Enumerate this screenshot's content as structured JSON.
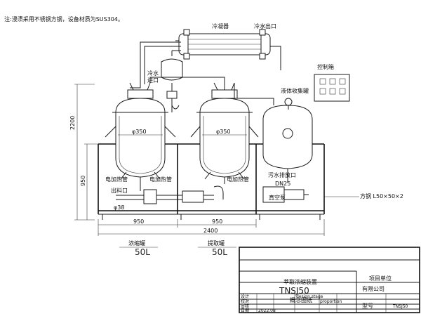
{
  "note": "注:浸渍采用不锈钢方钢，设备材质为SUS304。",
  "labels": {
    "condenser": "冷凝器",
    "cold_out": "冷水出口",
    "cold_in_1": "冷水",
    "cold_in_2": "进口",
    "control_box": "控制箱",
    "liquid_tank": "液体收集罐",
    "dia_left": "φ350",
    "dia_mid": "φ350",
    "heater_l1": "电加热管",
    "heater_l2": "电加热管",
    "heater_m": "电加热管",
    "sewage": "污水排放口",
    "dn": "DN25",
    "outlet": "出料口",
    "pipe_dia": "φ38",
    "vacuum_pump": "真空泵",
    "steel": "方钢 L50×50×2",
    "tank1_name": "浓缩罐",
    "tank1_vol": "50L",
    "tank2_name": "提取罐",
    "tank2_vol": "50L"
  },
  "dims": {
    "height_total": "2200",
    "height_leg": "950",
    "width_left": "950",
    "width_mid": "950",
    "width_total": "2400"
  },
  "title_block": {
    "project_name": "萃取浓缩装置",
    "model_big": "TNSJ50",
    "drawing_kind": "概念图纸",
    "unit_label": "项目单位",
    "company": "有限公司",
    "model_label": "型号",
    "model_value": "TNSJ50",
    "design_stage": "design stage",
    "scale_label": "proportion",
    "date": "2022.08",
    "small_1": "设计",
    "small_2": "校对",
    "small_3": "审核",
    "small_4": "日期"
  }
}
